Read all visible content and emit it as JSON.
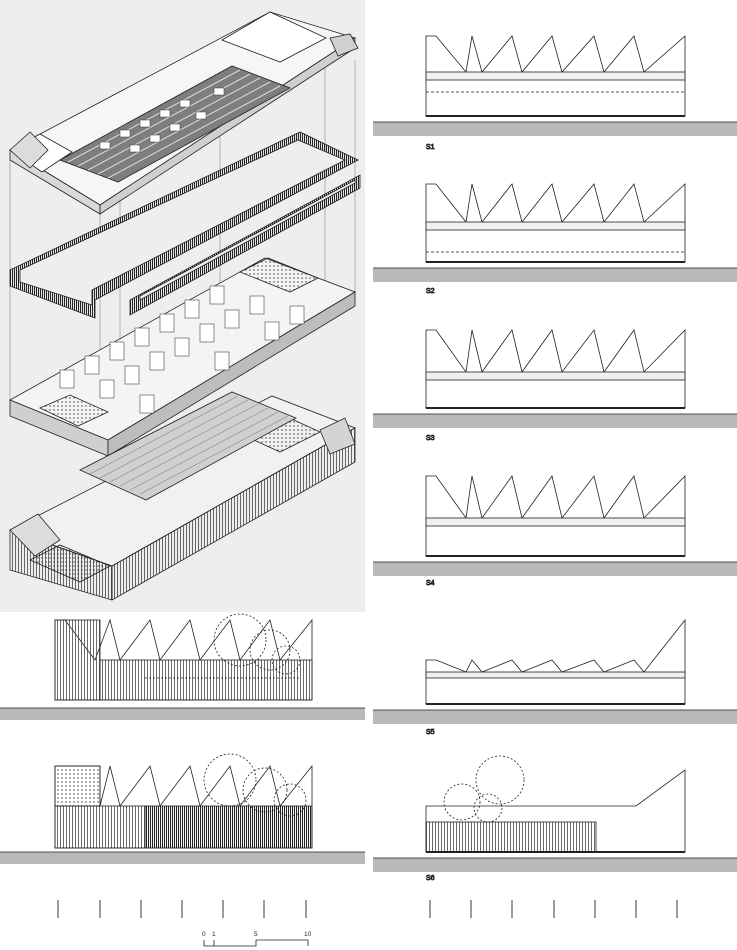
{
  "sections": [
    {
      "label": "S1"
    },
    {
      "label": "S2"
    },
    {
      "label": "S3"
    },
    {
      "label": "S4"
    },
    {
      "label": "S5"
    },
    {
      "label": "S6"
    }
  ],
  "scale_bar": {
    "ticks": [
      "0",
      "1",
      "5",
      "10"
    ]
  },
  "colors": {
    "line": "#222222",
    "ground": "#b9b9b9",
    "panel": "#eeeeee",
    "hatch": "#555555",
    "slab": "#9a9a9a"
  }
}
